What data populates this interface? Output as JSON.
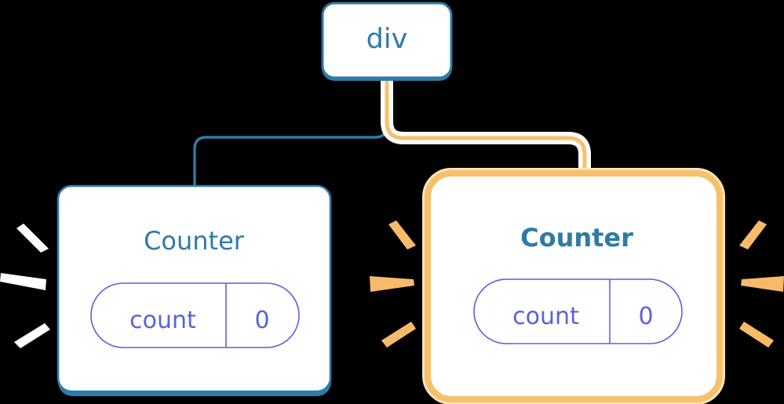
{
  "diagram": {
    "title": "component-tree",
    "background_color": "#000000",
    "colors": {
      "blue_border": "#2D7BA8",
      "blue_text": "#2E7BA6",
      "orange_border": "#F7C06B",
      "orange_halo": "#FBE3BE",
      "orange_spark": "#F7BA6A",
      "white_spark": "#FFFFFF",
      "pill_purple": "#5B61DC",
      "node_fill": "#FFFFFF",
      "connector_halo": "#FFFFFF"
    },
    "nodes": [
      {
        "id": "div",
        "label": "div",
        "style": "blue",
        "highlighted": false,
        "bold": false
      },
      {
        "id": "counter-left",
        "label": "Counter",
        "style": "blue",
        "highlighted": false,
        "bold": false,
        "state": {
          "key": "count",
          "value": "0"
        },
        "spark_color": "#FFFFFF"
      },
      {
        "id": "counter-right",
        "label": "Counter",
        "style": "orange",
        "highlighted": true,
        "bold": true,
        "state": {
          "key": "count",
          "value": "0"
        },
        "spark_color": "#F7BA6A"
      }
    ],
    "edges": [
      {
        "from": "div",
        "to": "counter-left",
        "color": "#2D7BA8",
        "highlighted": false
      },
      {
        "from": "div",
        "to": "counter-right",
        "color": "#F7C06B",
        "highlighted": true
      }
    ]
  }
}
